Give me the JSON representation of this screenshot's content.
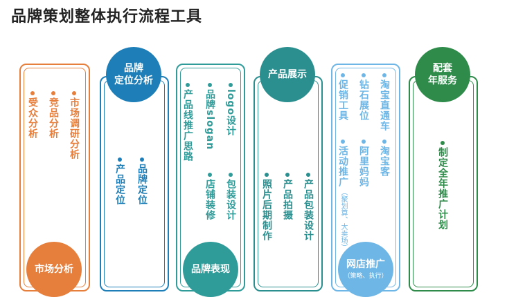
{
  "title": "品牌策划整体执行流程工具",
  "colors": {
    "orange": "#E67E3C",
    "blue": "#1E7FB8",
    "teal": "#2F9C9A",
    "teal2": "#2B8F8F",
    "lightblue": "#6EB6E6",
    "green": "#2E8B4A"
  },
  "panels": {
    "market": {
      "circle": "市场分析",
      "items": [
        "受众分析",
        "竞品分析",
        "市场调研分析"
      ]
    },
    "positioning": {
      "circle_line1": "品牌",
      "circle_line2": "定位分析",
      "items": [
        "产品定位",
        "品牌定位"
      ]
    },
    "expression": {
      "circle": "品牌表现",
      "items": [
        "产品线推广思路",
        "品牌slogan",
        "logo设计",
        "店铺装修",
        "包装设计"
      ]
    },
    "display": {
      "circle": "产品展示",
      "items": [
        "照片后期制作",
        "产品拍摄",
        "产品包装设计"
      ]
    },
    "promotion": {
      "circle": "网店推广",
      "circle_sub": "（策略、执行）",
      "items": [
        "促销工具",
        "钻石展位",
        "淘宝直通车",
        "活动推广",
        "阿里妈妈",
        "淘宝客"
      ],
      "note": "（聚划算、大卖场）"
    },
    "service": {
      "circle_line1": "配套",
      "circle_line2": "年服务",
      "items": [
        "制定全年推广计划"
      ]
    }
  }
}
